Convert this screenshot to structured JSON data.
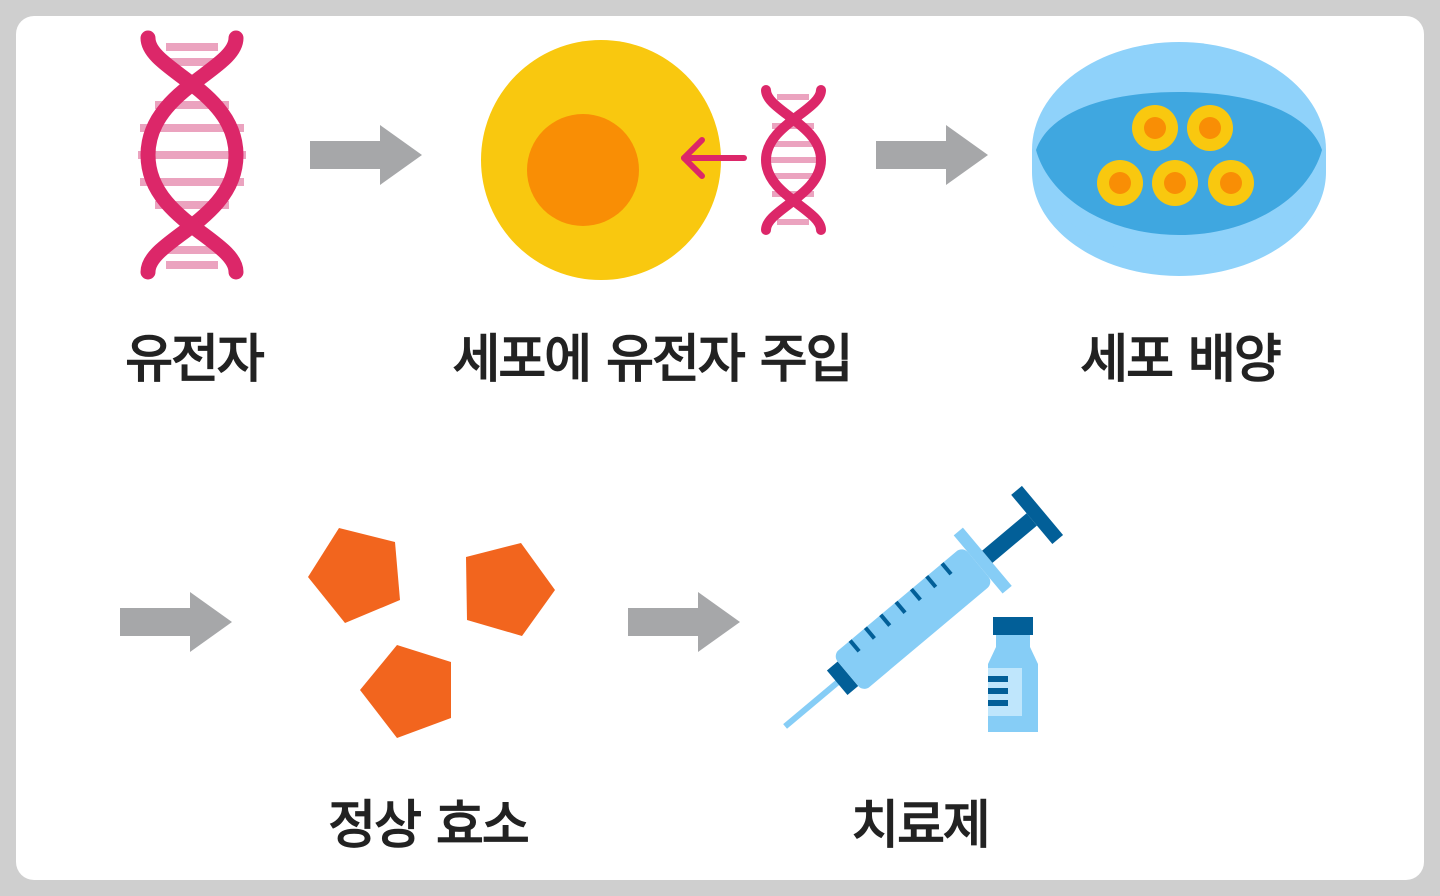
{
  "steps": {
    "gene": "유전자",
    "injection": "세포에 유전자 주입",
    "culture": "세포 배양",
    "enzyme": "정상 효소",
    "therapy": "치료제"
  },
  "colors": {
    "dna_strand": "#dc2769",
    "dna_rung": "#eba3bf",
    "arrow": "#a6a7a9",
    "cell_outer": "#f9c80f",
    "cell_nucleus": "#f98e05",
    "dish_edge": "#8fd2fa",
    "dish_medium": "#3fa7e0",
    "enzyme": "#f2651e",
    "syringe_light": "#86cdf6",
    "syringe_dark": "#025f98"
  },
  "icons": [
    "dna-icon",
    "cell-icon",
    "petri-dish-icon",
    "enzyme-icon",
    "syringe-icon",
    "vial-icon"
  ]
}
